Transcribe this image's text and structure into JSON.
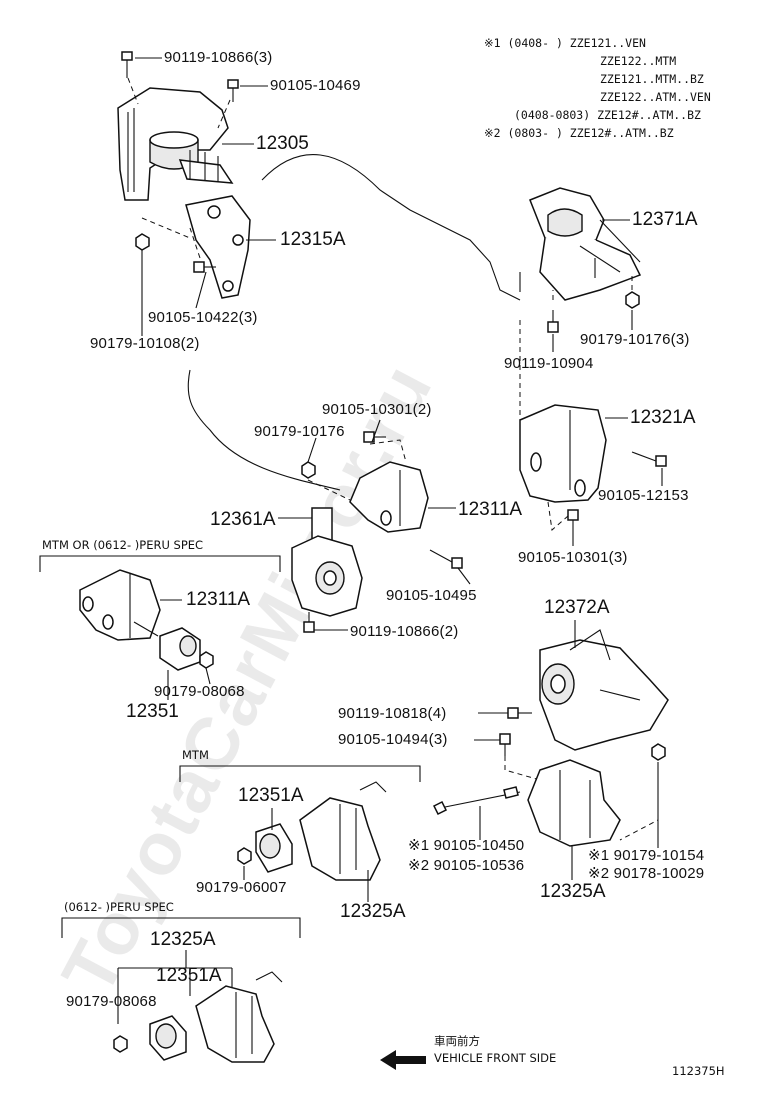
{
  "watermark": "ToyotaCarMirror.ru",
  "notes": {
    "row1": "※1 (0408-     ) ZZE121..VEN",
    "row2": "ZZE122..MTM",
    "row3": "ZZE121..MTM..BZ",
    "row4": "ZZE122..ATM..VEN",
    "row5": "(0408-0803) ZZE12#..ATM..BZ",
    "row6": "※2 (0803-     ) ZZE12#..ATM..BZ"
  },
  "groups": {
    "mtm_or_peru": "MTM OR (0612-     )PERU SPEC",
    "mtm": "MTM",
    "peru_spec": "(0612-     )PERU SPEC"
  },
  "labels": {
    "l_90119_10866_3": "90119-10866(3)",
    "l_90105_10469": "90105-10469",
    "l_12305": "12305",
    "l_12315A": "12315A",
    "l_90105_10422_3": "90105-10422(3)",
    "l_90179_10108_2": "90179-10108(2)",
    "l_12371A": "12371A",
    "l_90179_10176_3": "90179-10176(3)",
    "l_90119_10904": "90119-10904",
    "l_90105_10301_2": "90105-10301(2)",
    "l_90179_10176": "90179-10176",
    "l_12321A": "12321A",
    "l_90105_12153": "90105-12153",
    "l_12361A": "12361A",
    "l_12311A_top": "12311A",
    "l_90105_10301_3": "90105-10301(3)",
    "l_12311A_left": "12311A",
    "l_90105_10495": "90105-10495",
    "l_90119_10866_2": "90119-10866(2)",
    "l_90179_08068_a": "90179-08068",
    "l_12351": "12351",
    "l_12372A": "12372A",
    "l_90119_10818_4": "90119-10818(4)",
    "l_90105_10494_3": "90105-10494(3)",
    "l_12351A_mtm": "12351A",
    "l_90179_06007": "90179-06007",
    "l_12325A_mtm": "12325A",
    "l_90105_10450": "※1 90105-10450",
    "l_90105_10536": "※2 90105-10536",
    "l_90179_10154": "※1 90179-10154",
    "l_90178_10029": "※2 90178-10029",
    "l_12325A_right": "12325A",
    "l_12325A_peru": "12325A",
    "l_12351A_peru": "12351A",
    "l_90179_08068_b": "90179-08068"
  },
  "direction": {
    "jp": "車両前方",
    "en": "VEHICLE FRONT SIDE"
  },
  "figure_id": "112375H"
}
